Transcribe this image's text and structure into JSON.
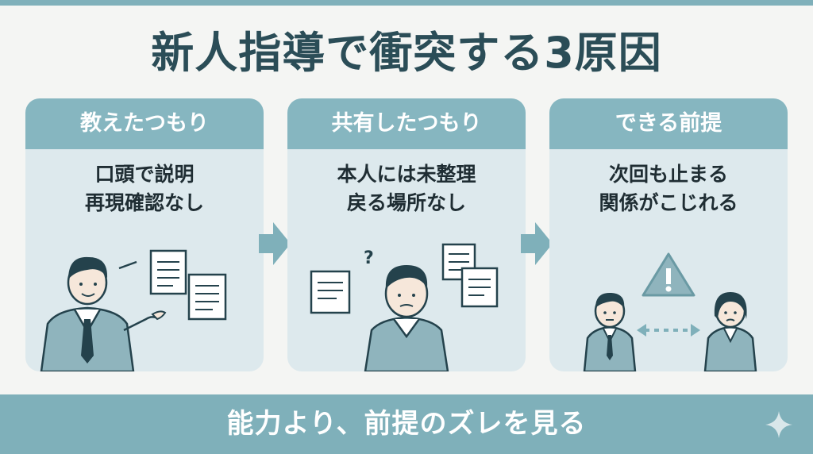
{
  "title": "新人指導で衝突する3原因",
  "cards": [
    {
      "heading": "教えたつもり",
      "lines": [
        "口頭で説明",
        "再現確認なし"
      ]
    },
    {
      "heading": "共有したつもり",
      "lines": [
        "本人には未整理",
        "戻る場所なし"
      ]
    },
    {
      "heading": "できる前提",
      "lines": [
        "次回も止まる",
        "関係がこじれる"
      ]
    }
  ],
  "footer": "能力より、前提のズレを見る",
  "icons": {
    "card1": [
      "mentor-pointing-icon",
      "document-icon"
    ],
    "card2": [
      "confused-newcomer-icon",
      "question-mark-icon",
      "document-icon"
    ],
    "card3": [
      "warning-triangle-icon",
      "two-way-arrow-icon",
      "person-icon"
    ],
    "arrow": "right-arrow-icon",
    "sparkle": "sparkle-icon"
  },
  "colors": {
    "accent": "#7fb0ba",
    "card_bg": "#dde9ed",
    "title": "#2b4d57"
  }
}
